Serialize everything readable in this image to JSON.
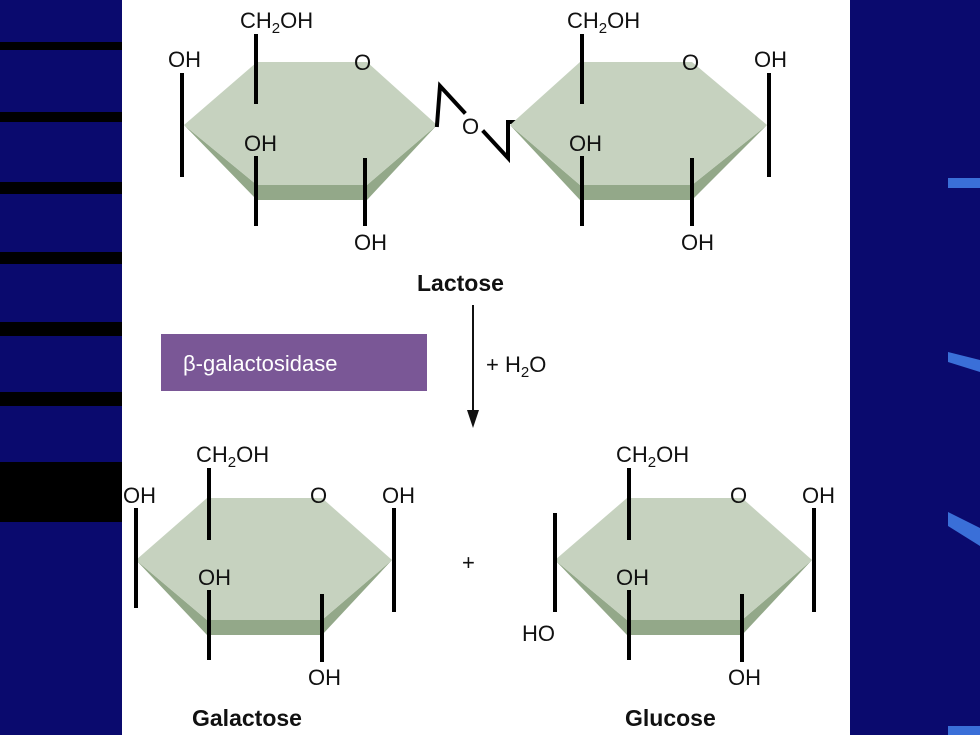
{
  "colors": {
    "slide_background": "#0a0a6e",
    "panel_background": "#ffffff",
    "ring_top": "#c6d2bf",
    "ring_side": "#93a889",
    "enzyme_box": "#7a5796",
    "bullet_accent": "#3a6fd8"
  },
  "top_molecule": {
    "name": "Lactose",
    "left_ring": {
      "substituents": {
        "ch2oh": "CH2OH",
        "ring_oxygen": "O",
        "oh_left": "OH",
        "oh_inner": "OH",
        "oh_bottom": "OH"
      }
    },
    "linkage_oxygen": "O",
    "right_ring": {
      "substituents": {
        "ch2oh": "CH2OH",
        "ring_oxygen": "O",
        "oh_right": "OH",
        "oh_inner": "OH",
        "oh_bottom": "OH"
      }
    }
  },
  "reaction": {
    "enzyme": "β-galactosidase",
    "reagent": "+ H2O",
    "plus_sign": "+"
  },
  "products": {
    "galactose": {
      "name": "Galactose",
      "substituents": {
        "ch2oh": "CH2OH",
        "ring_oxygen": "O",
        "oh_left": "OH",
        "oh_right": "OH",
        "oh_inner": "OH",
        "oh_bottom": "OH"
      }
    },
    "glucose": {
      "name": "Glucose",
      "substituents": {
        "ch2oh": "CH2OH",
        "ring_oxygen": "O",
        "oh_right": "OH",
        "oh_inner": "OH",
        "ho_left": "HO",
        "oh_bottom": "OH"
      }
    }
  }
}
